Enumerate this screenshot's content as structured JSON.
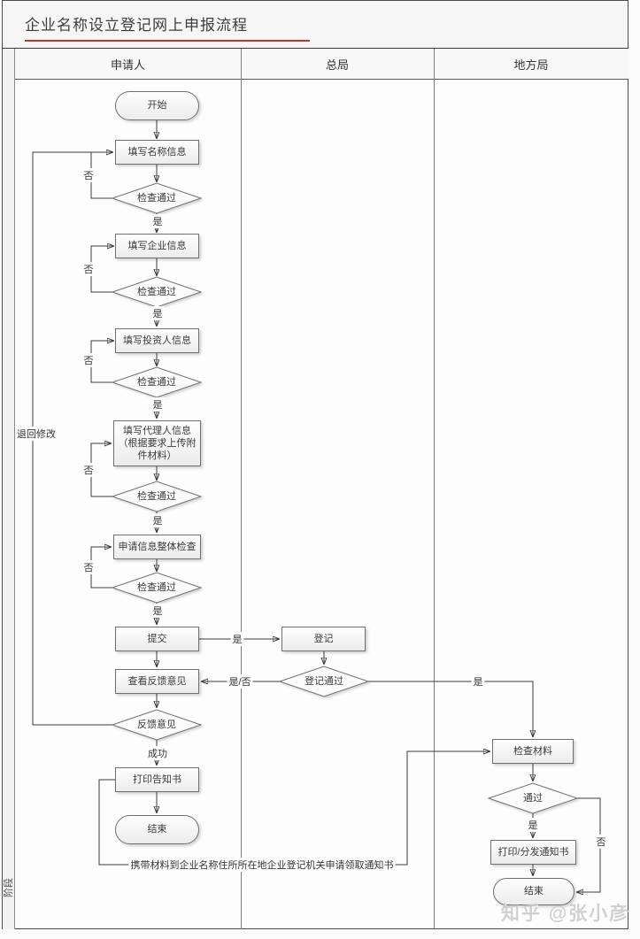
{
  "title": "企业名称设立登记网上申报流程",
  "lanes": {
    "applicant": "申请人",
    "general_bureau": "总局",
    "local_bureau": "地方局"
  },
  "sidebar": {
    "stage_label": "阶段"
  },
  "nodes": {
    "start": "开始",
    "fill_name": "填写名称信息",
    "check_pass": "检查通过",
    "fill_company": "填写企业信息",
    "fill_investor": "填写投资人信息",
    "fill_agent": "填写代理人信息（根据要求上传附件材料）",
    "overall_check": "申请信息整体检查",
    "submit": "提交",
    "register": "登记",
    "register_pass": "登记通过",
    "view_feedback": "查看反馈意见",
    "feedback": "反馈意见",
    "print_notice": "打印告知书",
    "end": "结束",
    "check_materials": "检查材料",
    "pass": "通过",
    "print_distribute": "打印/分发通知书"
  },
  "edge_labels": {
    "yes": "是",
    "no": "否",
    "yes_no": "是/否",
    "success": "成功",
    "return_edit": "退回修改",
    "carry_materials": "携带材料到企业名称住所所在地企业登记机关申请领取通知书"
  },
  "watermark": "知乎 @张小彦",
  "colors": {
    "line": "#3c3c3c",
    "node_border": "#6f6f6f",
    "node_fill": "#fafafa",
    "title_underline": "#b23c2e"
  }
}
